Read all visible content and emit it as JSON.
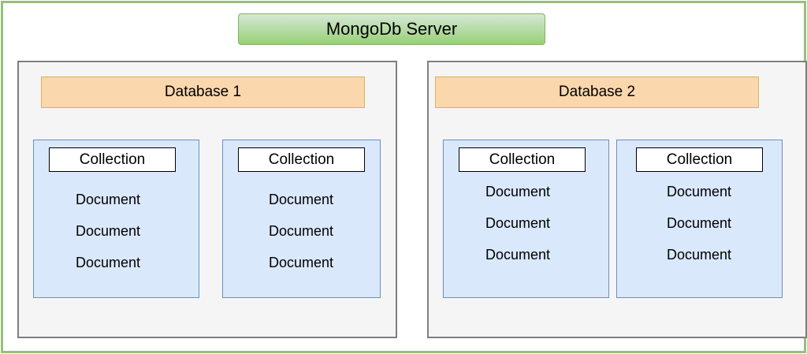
{
  "server": {
    "label": "MongoDb Server"
  },
  "databases": [
    {
      "label": "Database 1",
      "collections": [
        {
          "label": "Collection",
          "documents": [
            "Document",
            "Document",
            "Document"
          ]
        },
        {
          "label": "Collection",
          "documents": [
            "Document",
            "Document",
            "Document"
          ]
        }
      ]
    },
    {
      "label": "Database 2",
      "collections": [
        {
          "label": "Collection",
          "documents": [
            "Document",
            "Document",
            "Document"
          ]
        },
        {
          "label": "Collection",
          "documents": [
            "Document",
            "Document",
            "Document"
          ]
        }
      ]
    }
  ],
  "colors": {
    "server_border": "#97c079",
    "server_fill": "#97d077",
    "database_fill": "#f5f5f5",
    "database_label_fill": "#fad7ac",
    "collection_fill": "#dae8fc",
    "collection_border": "#6c8ebf"
  }
}
